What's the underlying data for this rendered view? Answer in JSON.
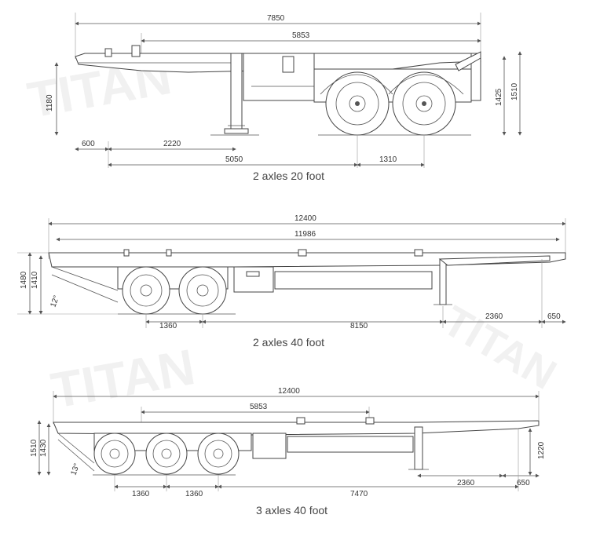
{
  "watermark": "TITAN",
  "drawings": [
    {
      "caption": "2 axles 20 foot",
      "dims": {
        "overall": "7850",
        "inner": "5853",
        "left_h": "1180",
        "right_h1": "1425",
        "right_h2": "1510",
        "b1": "600",
        "b2": "2220",
        "b3": "5050",
        "b4": "1310"
      }
    },
    {
      "caption": "2 axles 40 foot",
      "dims": {
        "overall": "12400",
        "inner": "11986",
        "left_h1": "1480",
        "left_h2": "1410",
        "angle": "12°",
        "b1": "1360",
        "b2": "8150",
        "b3": "2360",
        "b4": "650"
      }
    },
    {
      "caption": "3 axles 40 foot",
      "dims": {
        "overall": "12400",
        "inner": "5853",
        "left_h1": "1510",
        "left_h2": "1430",
        "angle": "13°",
        "right_h": "1220",
        "b1": "1360",
        "b2": "1360",
        "b3": "7470",
        "b4": "2360",
        "b5": "650"
      }
    }
  ]
}
